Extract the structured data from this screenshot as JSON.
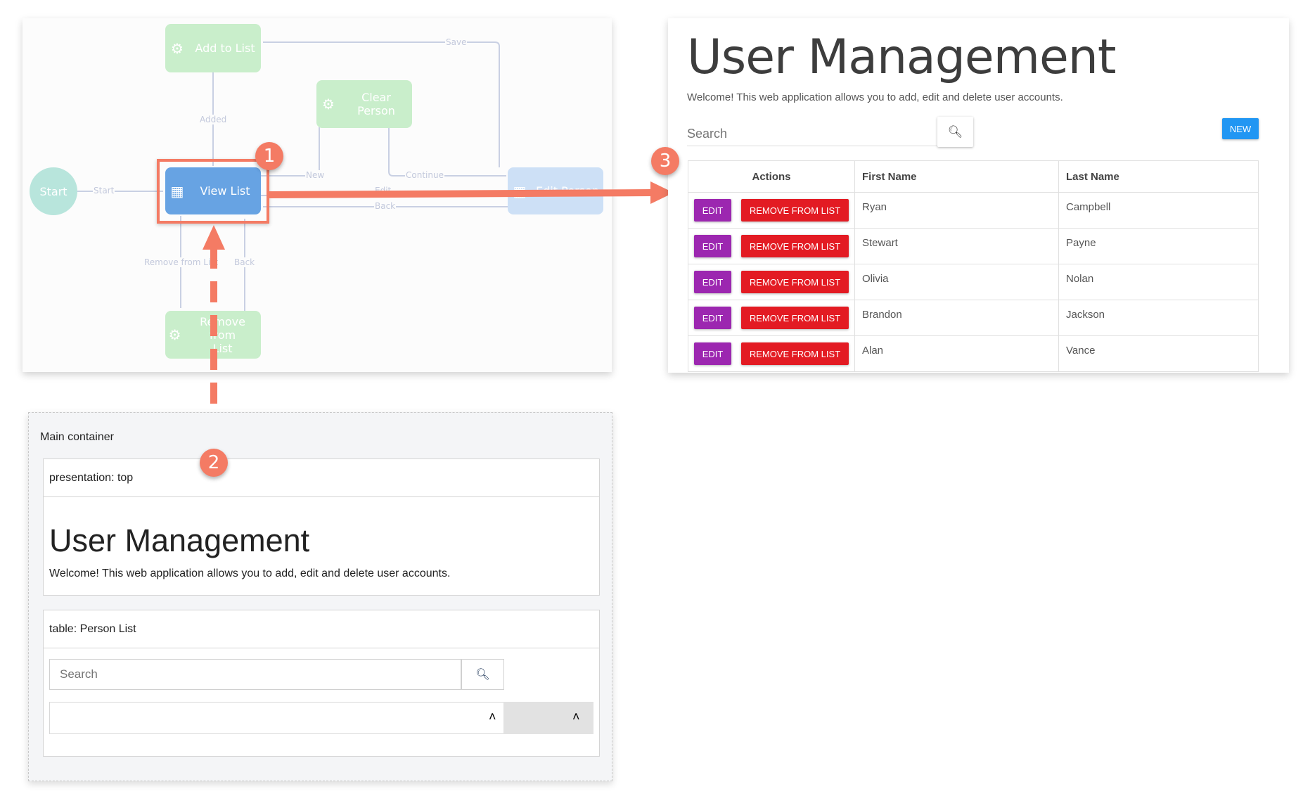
{
  "diagram": {
    "nodes": {
      "start": "Start",
      "add_to_list": "Add to List",
      "clear_person": "Clear Person",
      "view_list": "View List",
      "edit_person": "Edit Person",
      "remove_from_list": "Remove from List"
    },
    "edges": {
      "start": "Start",
      "added": "Added",
      "save": "Save",
      "new": "New",
      "continue": "Continue",
      "edit": "Edit",
      "back": "Back",
      "remove": "Remove from List",
      "back2": "Back"
    },
    "colors": {
      "action_node": "#c9eecb",
      "page_node": "#67a3e3",
      "start_node": "#b8e5dc",
      "annotation": "#f47b64"
    }
  },
  "badges": {
    "one": "1",
    "two": "2",
    "three": "3"
  },
  "app": {
    "title": "User Management",
    "subtitle": "Welcome! This web application allows you to add, edit and delete user accounts.",
    "search_placeholder": "Search",
    "new_label": "NEW",
    "columns": [
      "Actions",
      "First Name",
      "Last Name"
    ],
    "edit_label": "EDIT",
    "remove_label": "REMOVE FROM LIST",
    "rows": [
      {
        "first": "Ryan",
        "last": "Campbell"
      },
      {
        "first": "Stewart",
        "last": "Payne"
      },
      {
        "first": "Olivia",
        "last": "Nolan"
      },
      {
        "first": "Brandon",
        "last": "Jackson"
      },
      {
        "first": "Alan",
        "last": "Vance"
      }
    ],
    "colors": {
      "edit": "#9c27b0",
      "remove": "#e31b23",
      "new": "#2196f3"
    }
  },
  "designer": {
    "main_container": "Main container",
    "presentation_label": "presentation: top",
    "title": "User Management",
    "subtitle": "Welcome! This web application allows you to add, edit and delete user accounts.",
    "table_label": "table: Person List",
    "search_placeholder": "Search"
  }
}
